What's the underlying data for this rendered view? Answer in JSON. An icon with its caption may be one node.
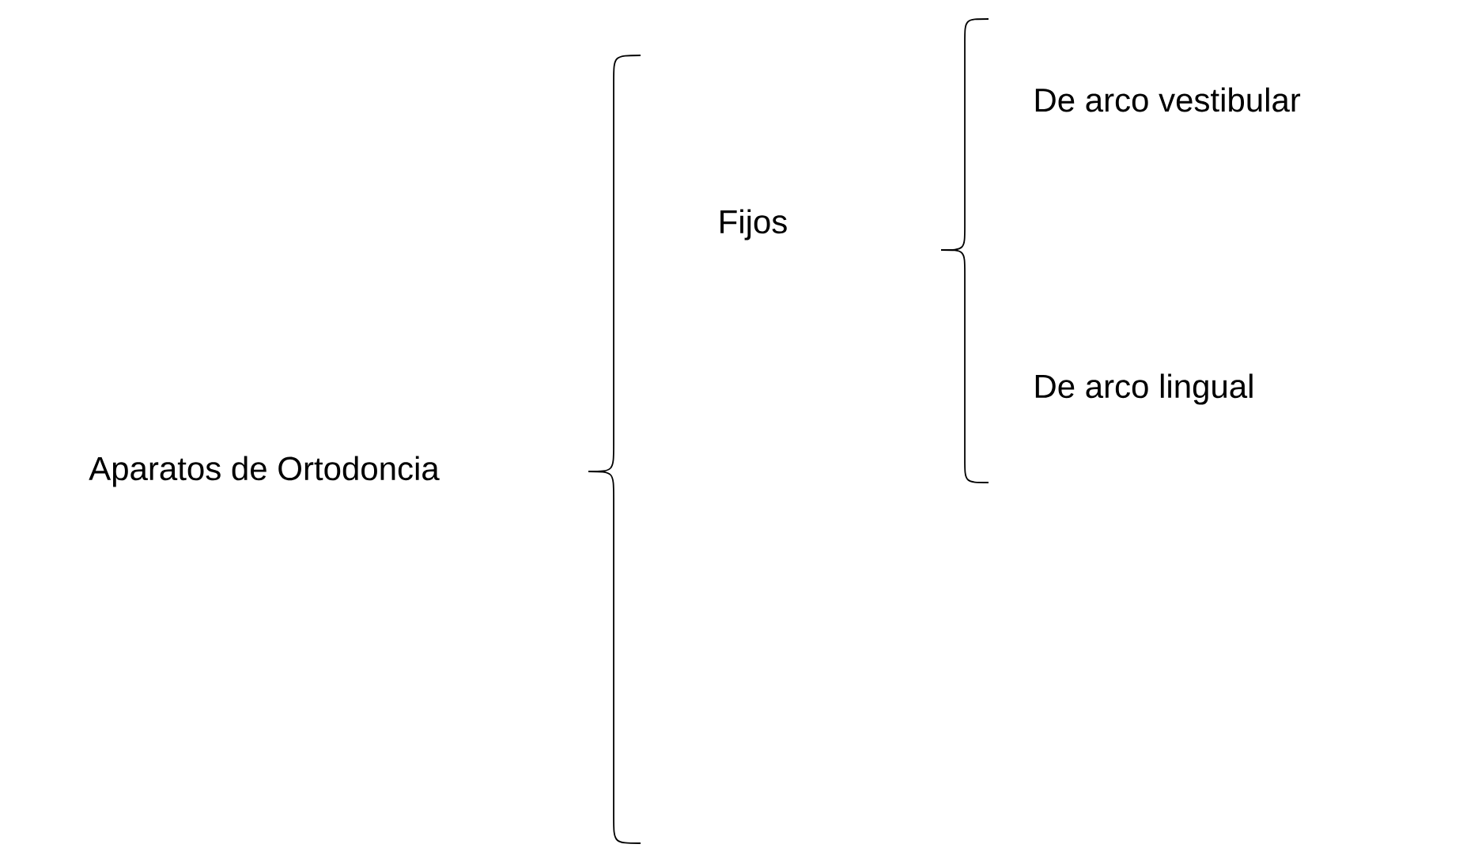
{
  "diagram": {
    "labels": [
      "Aparatos de Ortodoncia",
      "Fijos",
      "De arco vestibular",
      "De arco lingual"
    ]
  }
}
